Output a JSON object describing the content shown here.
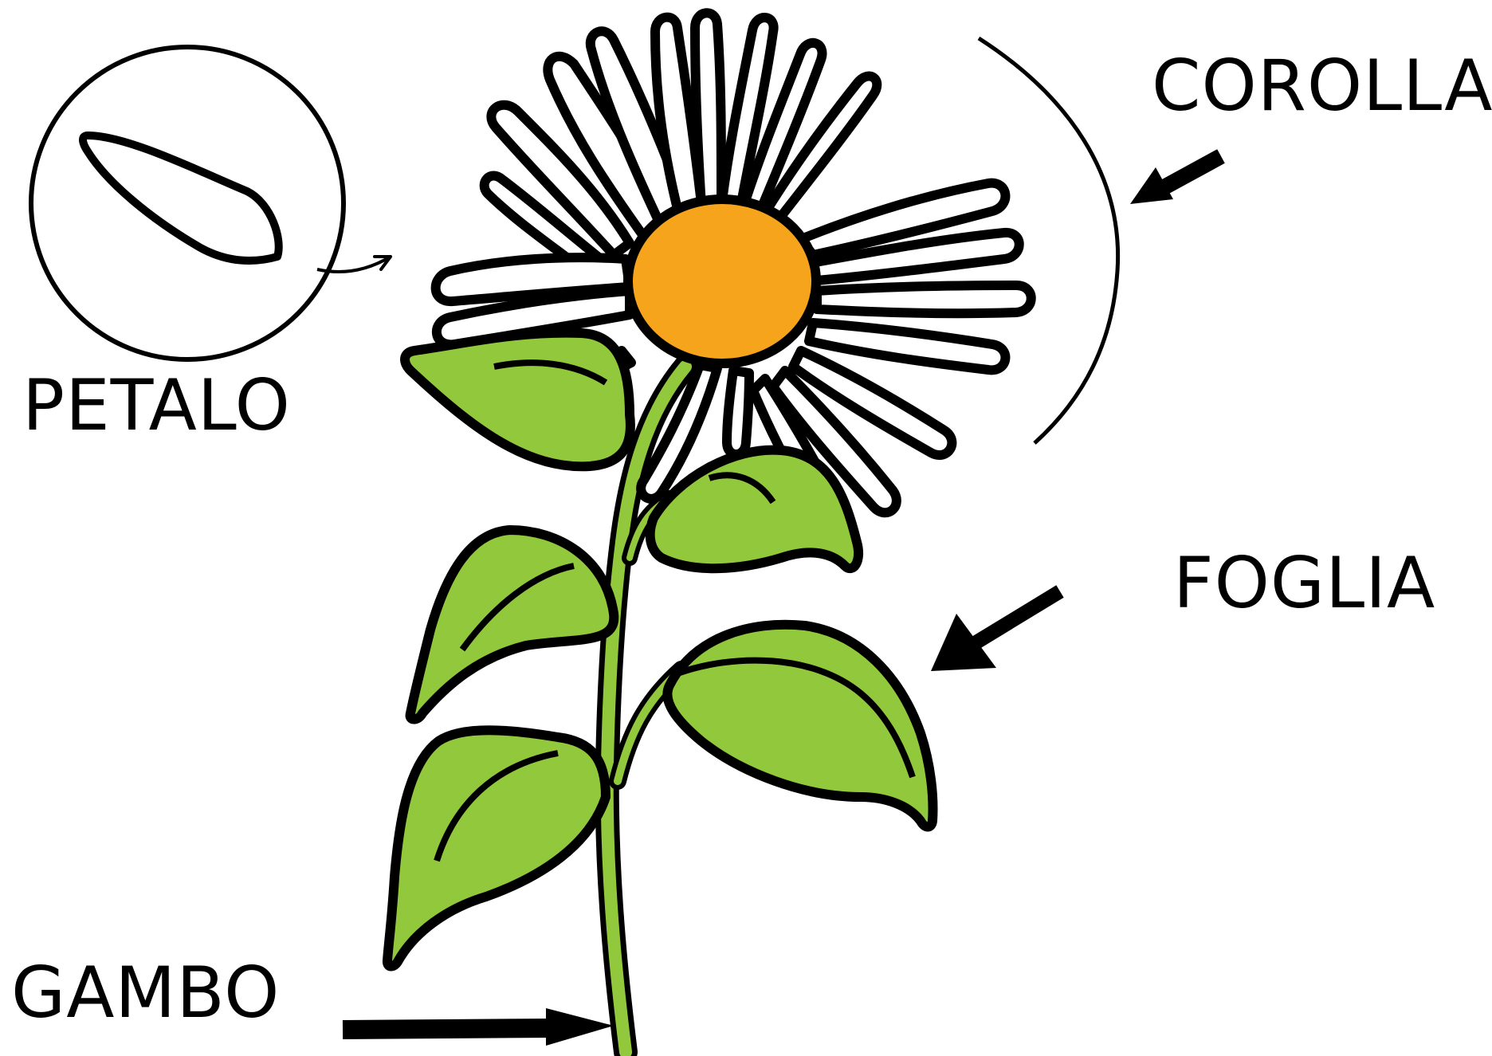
{
  "labels": {
    "corolla": "COROLLA",
    "petalo": "PETALO",
    "foglia": "FOGLIA",
    "gambo": "GAMBO"
  },
  "colors": {
    "outline": "#000000",
    "petal_fill": "#ffffff",
    "center_fill": "#f6a41c",
    "leaf_fill": "#92c83c",
    "stem_fill": "#92c83c",
    "background": "#ffffff"
  }
}
